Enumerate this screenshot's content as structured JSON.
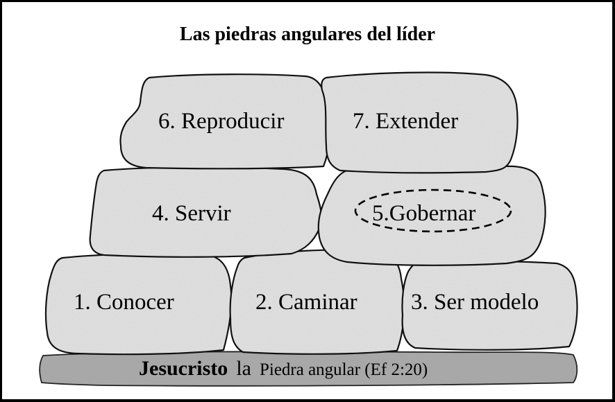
{
  "title": "Las piedras angulares del líder",
  "stones": {
    "reproducir": "6. Reproducir",
    "extender": "7. Extender",
    "servir": "4. Servir",
    "gobernar": "5.Gobernar",
    "conocer": "1. Conocer",
    "caminar": "2. Caminar",
    "ser_modelo": "3. Ser modelo"
  },
  "foundation": {
    "bold": "Jesucristo",
    "word": "la",
    "rest": "Piedra angular (Ef 2:20)"
  },
  "colors": {
    "stone_fill": "#dcdcdc",
    "foundation_fill": "#a9a9a9",
    "outline": "#000000"
  }
}
